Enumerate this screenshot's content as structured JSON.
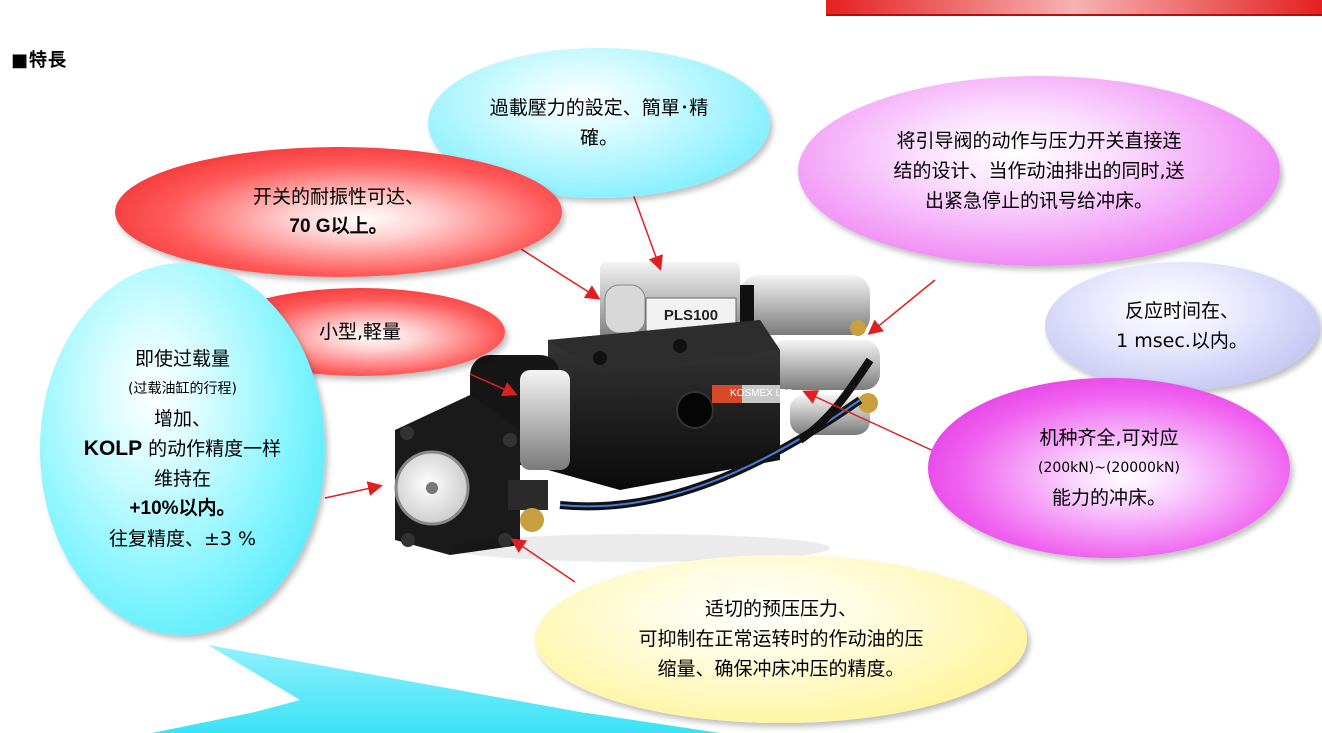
{
  "page": {
    "heading": "■特長"
  },
  "bubbles": {
    "setting": {
      "text": "過載壓力的設定、簡單･精\n確。"
    },
    "vibration": {
      "line1": "开关的耐振性可达、",
      "line2": "70 G以上。"
    },
    "direct": {
      "text": "将引导阀的动作与压力开关直接连\n结的设计、当作动油排出的同时,送\n出紧急停止的讯号给冲床。"
    },
    "response": {
      "line1": "反应时间在、",
      "line2": "1 msec.以内。"
    },
    "compact": {
      "text": "小型,軽量"
    },
    "overload": {
      "line1": "即使过载量",
      "line2": "(过载油缸的行程)",
      "line3": "增加、",
      "line4_bold": "KOLP",
      "line4_rest": " 的动作精度一样",
      "line5": "维持在",
      "line6": "+10%以内。",
      "line7": "往复精度、±3 %"
    },
    "models": {
      "line1": "机种齐全,可对应",
      "line2": "(200kN)~(20000kN)",
      "line3": "能力的冲床。"
    },
    "preload": {
      "text": "适切的预压压力、\n可抑制在正常运转时的作动油的压\n缩量、确保冲床冲压的精度。"
    }
  },
  "product": {
    "model_label": "PLS100",
    "brand_label": "KOSMEX LTD."
  },
  "colors": {
    "arrow": "#e02020",
    "topbar": "#e52020"
  }
}
